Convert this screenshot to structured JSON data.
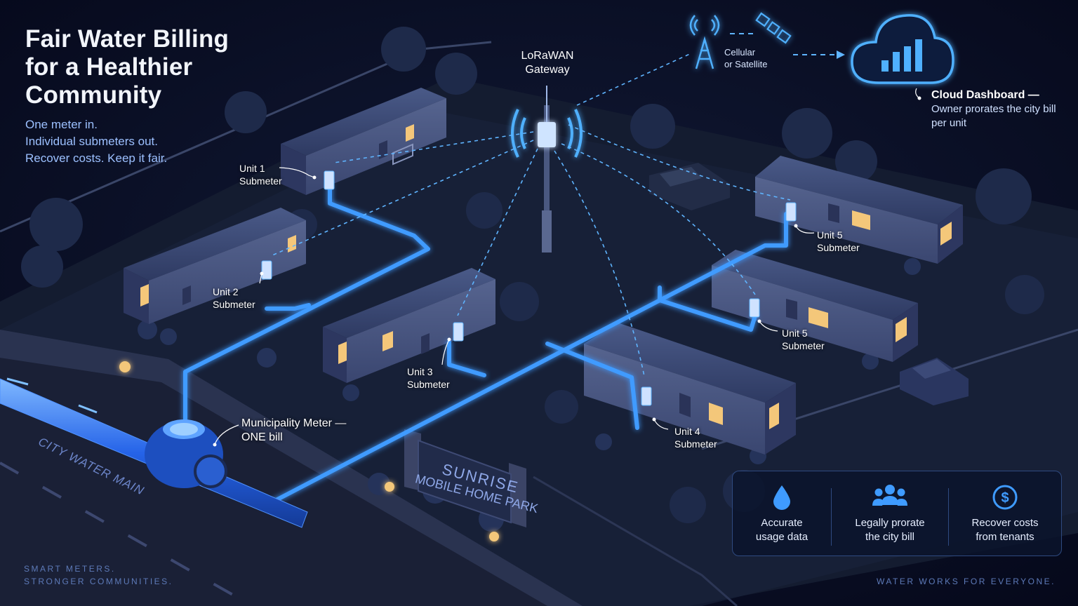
{
  "hero": {
    "title_lines": [
      "Fair Water Billing",
      "for a Healthier",
      "Community"
    ],
    "subtitle_lines": [
      "One meter in.",
      "Individual submeters out.",
      "Recover costs. Keep it fair."
    ]
  },
  "gateway": {
    "label_lines": [
      "LoRaWAN",
      "Gateway"
    ]
  },
  "uplink": {
    "label_lines": [
      "Cellular",
      "or Satellite"
    ]
  },
  "cloud": {
    "title": "Cloud Dashboard —",
    "desc_lines": [
      "Owner prorates the city bill",
      "per unit"
    ]
  },
  "units": [
    {
      "name": "Unit 1",
      "sub": "Submeter"
    },
    {
      "name": "Unit 2",
      "sub": "Submeter"
    },
    {
      "name": "Unit 3",
      "sub": "Submeter"
    },
    {
      "name": "Unit 4",
      "sub": "Submeter"
    },
    {
      "name": "Unit 5",
      "sub": "Submeter"
    },
    {
      "name": "Unit 5",
      "sub": "Submeter"
    }
  ],
  "municipal_meter": {
    "line1": "Municipality Meter —",
    "line2": "ONE bill"
  },
  "street_label": "CITY WATER MAIN",
  "park_sign": {
    "line1": "SUNRISE",
    "line2": "MOBILE HOME PARK"
  },
  "features": [
    {
      "icon": "water-drop-icon",
      "line1": "Accurate",
      "line2": "usage data"
    },
    {
      "icon": "people-icon",
      "line1": "Legally prorate",
      "line2": "the city bill"
    },
    {
      "icon": "dollar-icon",
      "line1": "Recover costs",
      "line2": "from tenants"
    }
  ],
  "footer": {
    "left_lines": [
      "SMART METERS.",
      "STRONGER COMMUNITIES."
    ],
    "right": "WATER WORKS FOR EVERYONE."
  },
  "colors": {
    "background": "#070b1a",
    "pipe": "#2f7dff",
    "glow": "#4fa3ff",
    "signal": "#5fb4ff",
    "house": "#3c4a72",
    "window": "#f4c77a"
  }
}
